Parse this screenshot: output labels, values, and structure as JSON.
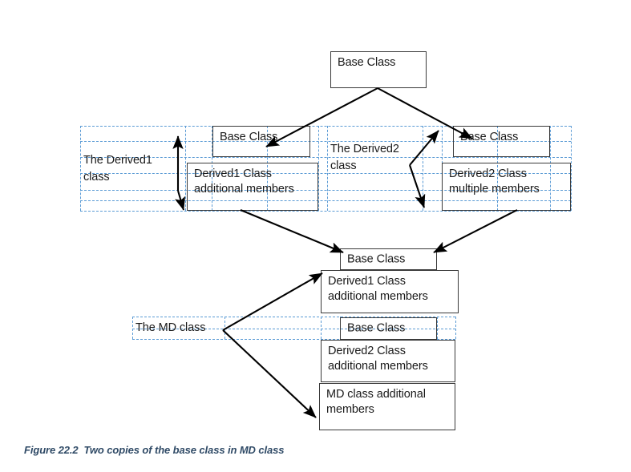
{
  "figure": {
    "caption": "Figure 22.2  Two copies of the base class in MD class",
    "caption_color": "#2f4a66",
    "guide_color": "#5b9bd5",
    "line_color": "#3a3a3a",
    "text_color": "#1a1a1a",
    "background": "#ffffff"
  },
  "diagram": {
    "type": "class-inheritance-diagram",
    "root": {
      "label": "Base Class"
    },
    "branches": [
      {
        "annotation": "The Derived1\nclass",
        "base": {
          "label": "Base Class"
        },
        "derived": {
          "label": "Derived1 Class\nadditional members"
        }
      },
      {
        "annotation": "The Derived2\nclass",
        "base": {
          "label": "Base Class"
        },
        "derived": {
          "label": "Derived2 Class\nmultiple members"
        }
      }
    ],
    "md": {
      "annotation": "The MD class",
      "layers": [
        {
          "label": "Base Class"
        },
        {
          "label": "Derived1 Class\nadditional members"
        },
        {
          "label": "Base Class"
        },
        {
          "label": "Derived2 Class\nadditional members"
        },
        {
          "label": "MD class additional\nmembers"
        }
      ]
    }
  }
}
